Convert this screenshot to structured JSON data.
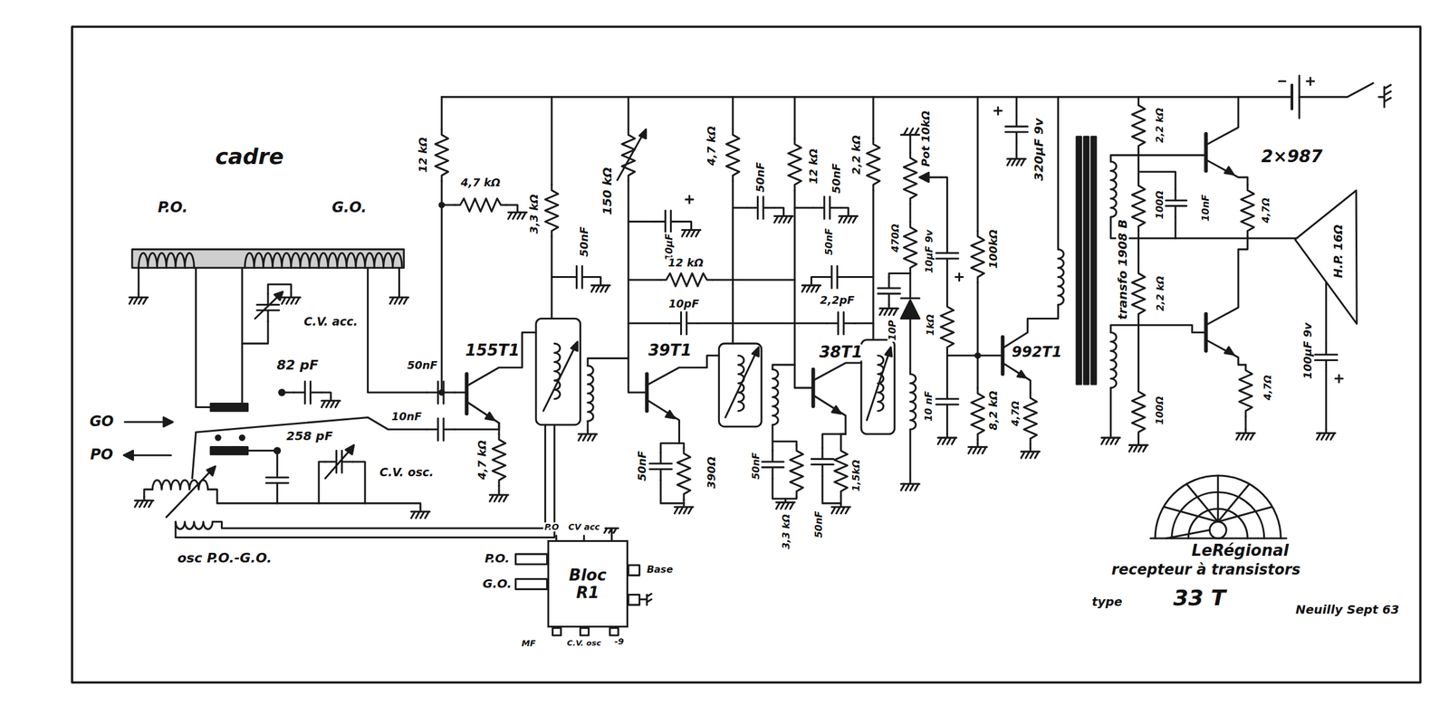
{
  "diagram": {
    "nodes": [
      {
        "text": [
          "Bloc R1"
        ]
      },
      {
        "text": [
          "H.P. 16Ω"
        ]
      }
    ],
    "labels": [
      "cadre",
      "P.O.",
      "G.O.",
      "C.V. acc.",
      "82 pF",
      "GO",
      "PO",
      "258 pF",
      "C.V. osc.",
      "osc P.O.-G.O.",
      "50nF",
      "10nF",
      "12 kΩ",
      "4,7 kΩ",
      "3,3 kΩ",
      "50nF",
      "155T1",
      "4,7 kΩ",
      "150 kΩ",
      "10µF",
      "4,7 kΩ",
      "50nF",
      "12 kΩ",
      "10pF",
      "39T1",
      "50nF",
      "390Ω",
      "12 kΩ",
      "50nF",
      "2,2 kΩ",
      "50nF",
      "2,2pF",
      "38T1",
      "50nF",
      "3,3 kΩ",
      "50nF",
      "1,5kΩ",
      "10P",
      "470Ω",
      "Pot 10kΩ",
      "10µF 9v",
      "1kΩ",
      "10 nF",
      "100kΩ",
      "320µF 9v",
      "992T1",
      "8,2 kΩ",
      "4,7Ω",
      "transfo 1908 B",
      "2,2 kΩ",
      "100Ω",
      "10nF",
      "2,2 kΩ",
      "100Ω",
      "2×987",
      "4,7Ω",
      "4,7Ω",
      "100µF 9v",
      "P.O",
      "CV acc",
      "P.O.",
      "G.O.",
      "Base",
      "MF",
      "C.V. osc",
      "-9",
      "LeRégional",
      "recepteur à transistors",
      "type",
      "33 T",
      "Neuilly Sept 63"
    ]
  }
}
